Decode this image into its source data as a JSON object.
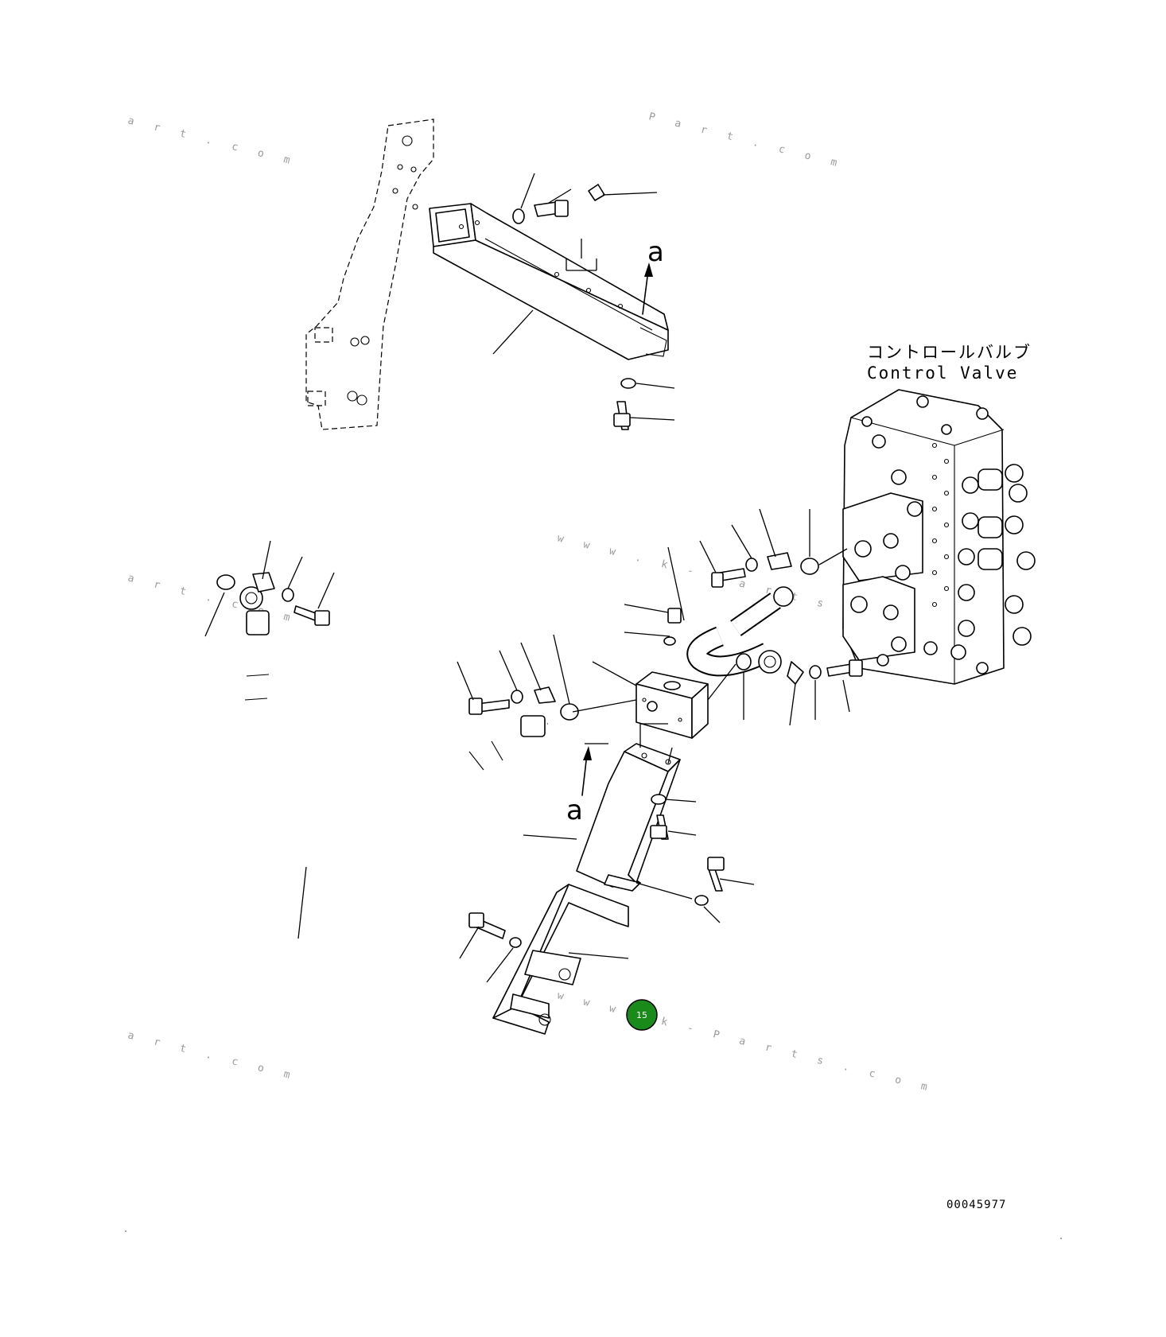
{
  "callout": {
    "label": "control valve",
    "jp": "コントロールバルブ",
    "en": "Control Valve"
  },
  "view_markers": [
    "a",
    "a"
  ],
  "drawing_number": "00045977",
  "badge": {
    "text": "15",
    "color": "#1a8a1a"
  },
  "watermarks": [
    "a r t . c o m",
    "P a r t . c o m",
    "w w w . k - P a r t s",
    "a r t . c o m",
    "w w w . k - P a r t s . c o m",
    "a r t . c o m"
  ]
}
